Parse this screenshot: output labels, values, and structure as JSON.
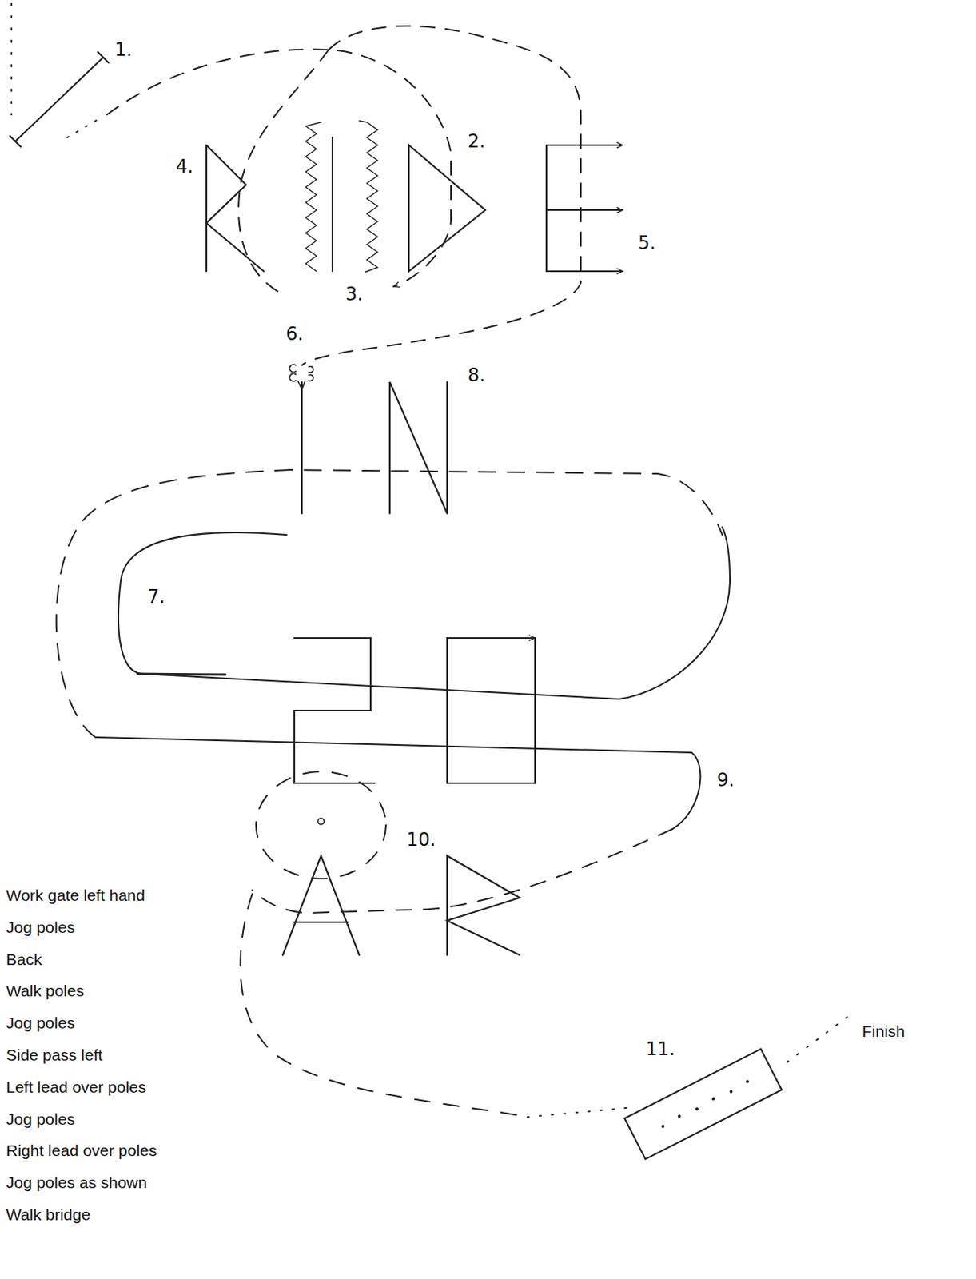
{
  "diagram": {
    "labels": [
      "1.",
      "2.",
      "3.",
      "4.",
      "5.",
      "6.",
      "7.",
      "8.",
      "9.",
      "10.",
      "11.",
      "Work gate left hand",
      "Jog poles",
      "Back",
      "Walk poles",
      "Jog poles",
      "Side pass left",
      "Left lead over poles",
      "Jog poles",
      "Right lead over poles",
      "Jog poles as shown",
      "Walk bridge",
      "Finish"
    ]
  }
}
